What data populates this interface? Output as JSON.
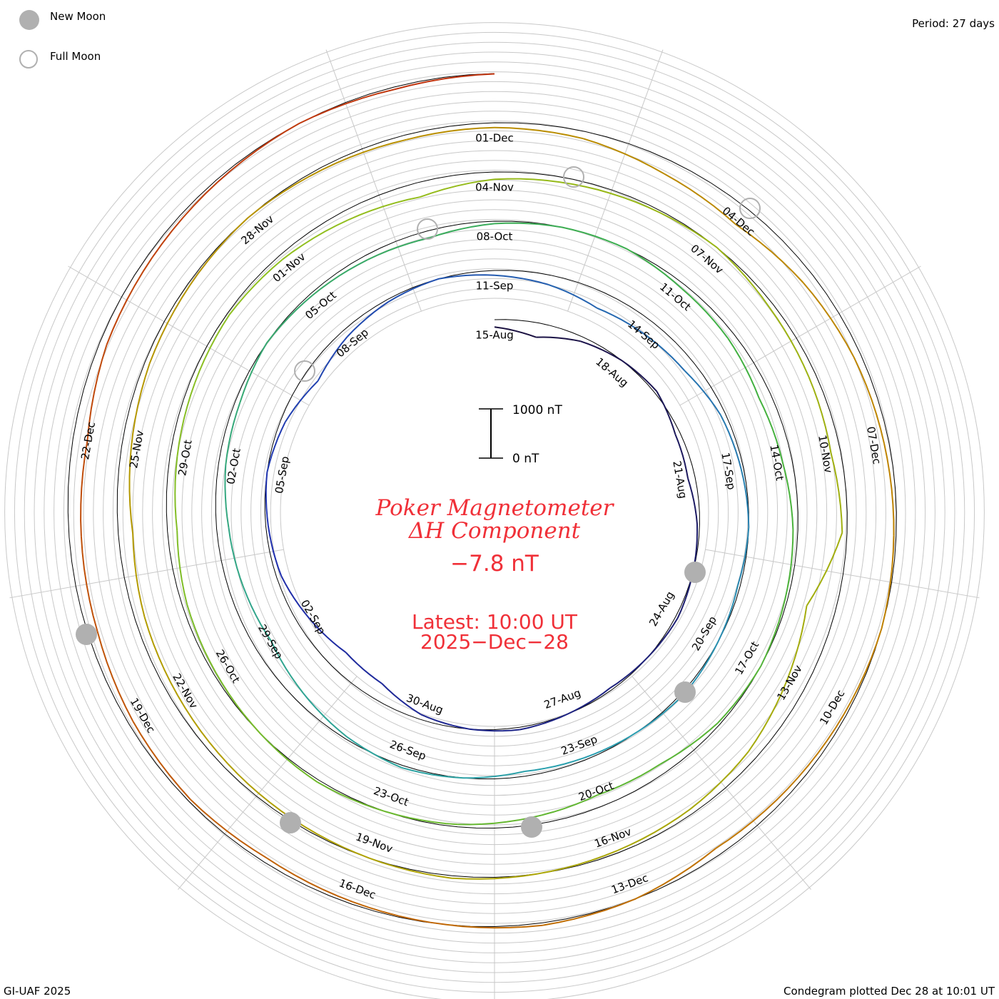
{
  "legend": {
    "new_moon": "New Moon",
    "full_moon": "Full Moon"
  },
  "period": "Period: 27 days",
  "footer_left": "GI-UAF 2025",
  "footer_right": "Condegram plotted Dec 28 at 10:01 UT",
  "center": {
    "title_line1": "Poker Magnetometer",
    "title_line2": "ΔH Component",
    "current_value": "−7.8 nT",
    "latest_line1": "Latest: 10:00 UT",
    "latest_line2": "2025−Dec−28"
  },
  "scale_bar": {
    "top_label": "1000 nT",
    "bottom_label": "0 nT"
  },
  "colors": {
    "title": "#f03038",
    "new_moon": "#b0b0b0",
    "full_moon_outline": "#b0b0b0",
    "grid": "#c8c8c8"
  },
  "chart_data": {
    "type": "line",
    "subtype": "condegram-spiral",
    "title": "Poker Magnetometer ΔH Component",
    "period_days": 27,
    "start_date": "2025-08-15",
    "end_date": "2025-12-28",
    "units": "nT",
    "scale_reference_nT": 1000,
    "date_labels": [
      "15-Aug",
      "18-Aug",
      "21-Aug",
      "24-Aug",
      "27-Aug",
      "30-Aug",
      "02-Sep",
      "05-Sep",
      "08-Sep",
      "11-Sep",
      "14-Sep",
      "17-Sep",
      "20-Sep",
      "23-Sep",
      "26-Sep",
      "29-Sep",
      "02-Oct",
      "05-Oct",
      "08-Oct",
      "11-Oct",
      "14-Oct",
      "17-Oct",
      "20-Oct",
      "23-Oct",
      "26-Oct",
      "29-Oct",
      "01-Nov",
      "04-Nov",
      "07-Nov",
      "10-Nov",
      "13-Nov",
      "16-Nov",
      "19-Nov",
      "22-Nov",
      "25-Nov",
      "28-Nov",
      "01-Dec",
      "04-Dec",
      "07-Dec",
      "10-Dec",
      "13-Dec",
      "16-Dec",
      "19-Dec",
      "22-Dec"
    ],
    "label_step_days": 3,
    "new_moon_days": [
      8,
      37,
      67,
      97,
      127
    ],
    "full_moon_days": [
      23,
      53,
      82,
      111
    ],
    "daily_dH": [
      -150,
      -300,
      -100,
      0,
      50,
      -100,
      -150,
      -50,
      0,
      50,
      0,
      -50,
      0,
      50,
      0,
      -100,
      -350,
      -400,
      -250,
      -100,
      -50,
      0,
      -100,
      -300,
      -150,
      -50,
      0,
      -100,
      -200,
      -350,
      -300,
      -250,
      -100,
      -50,
      0,
      -50,
      0,
      50,
      0,
      -50,
      -100,
      0,
      50,
      -50,
      -200,
      -350,
      -300,
      -250,
      -150,
      -100,
      0,
      -50,
      -100,
      -150,
      -50,
      0,
      0,
      -100,
      -150,
      -250,
      -200,
      -100,
      -50,
      0,
      -50,
      -200,
      -250,
      -150,
      -50,
      0,
      50,
      0,
      -50,
      -100,
      -200,
      -150,
      -100,
      -50,
      -100,
      -200,
      -300,
      -150,
      -100,
      -50,
      0,
      -100,
      -150,
      -200,
      -100,
      -600,
      -400,
      -200,
      -100,
      -50,
      0,
      50,
      0,
      -50,
      -100,
      -150,
      -200,
      -300,
      -200,
      -100,
      -50,
      0,
      -50,
      -100,
      -100,
      -150,
      -300,
      -400,
      -250,
      -150,
      -100,
      -50,
      0,
      -50,
      -100,
      -150,
      0,
      50,
      0,
      -50,
      -100,
      -50,
      -100,
      -200,
      -250,
      -300,
      -150,
      -100,
      -50,
      0,
      -50,
      -7.8
    ]
  }
}
